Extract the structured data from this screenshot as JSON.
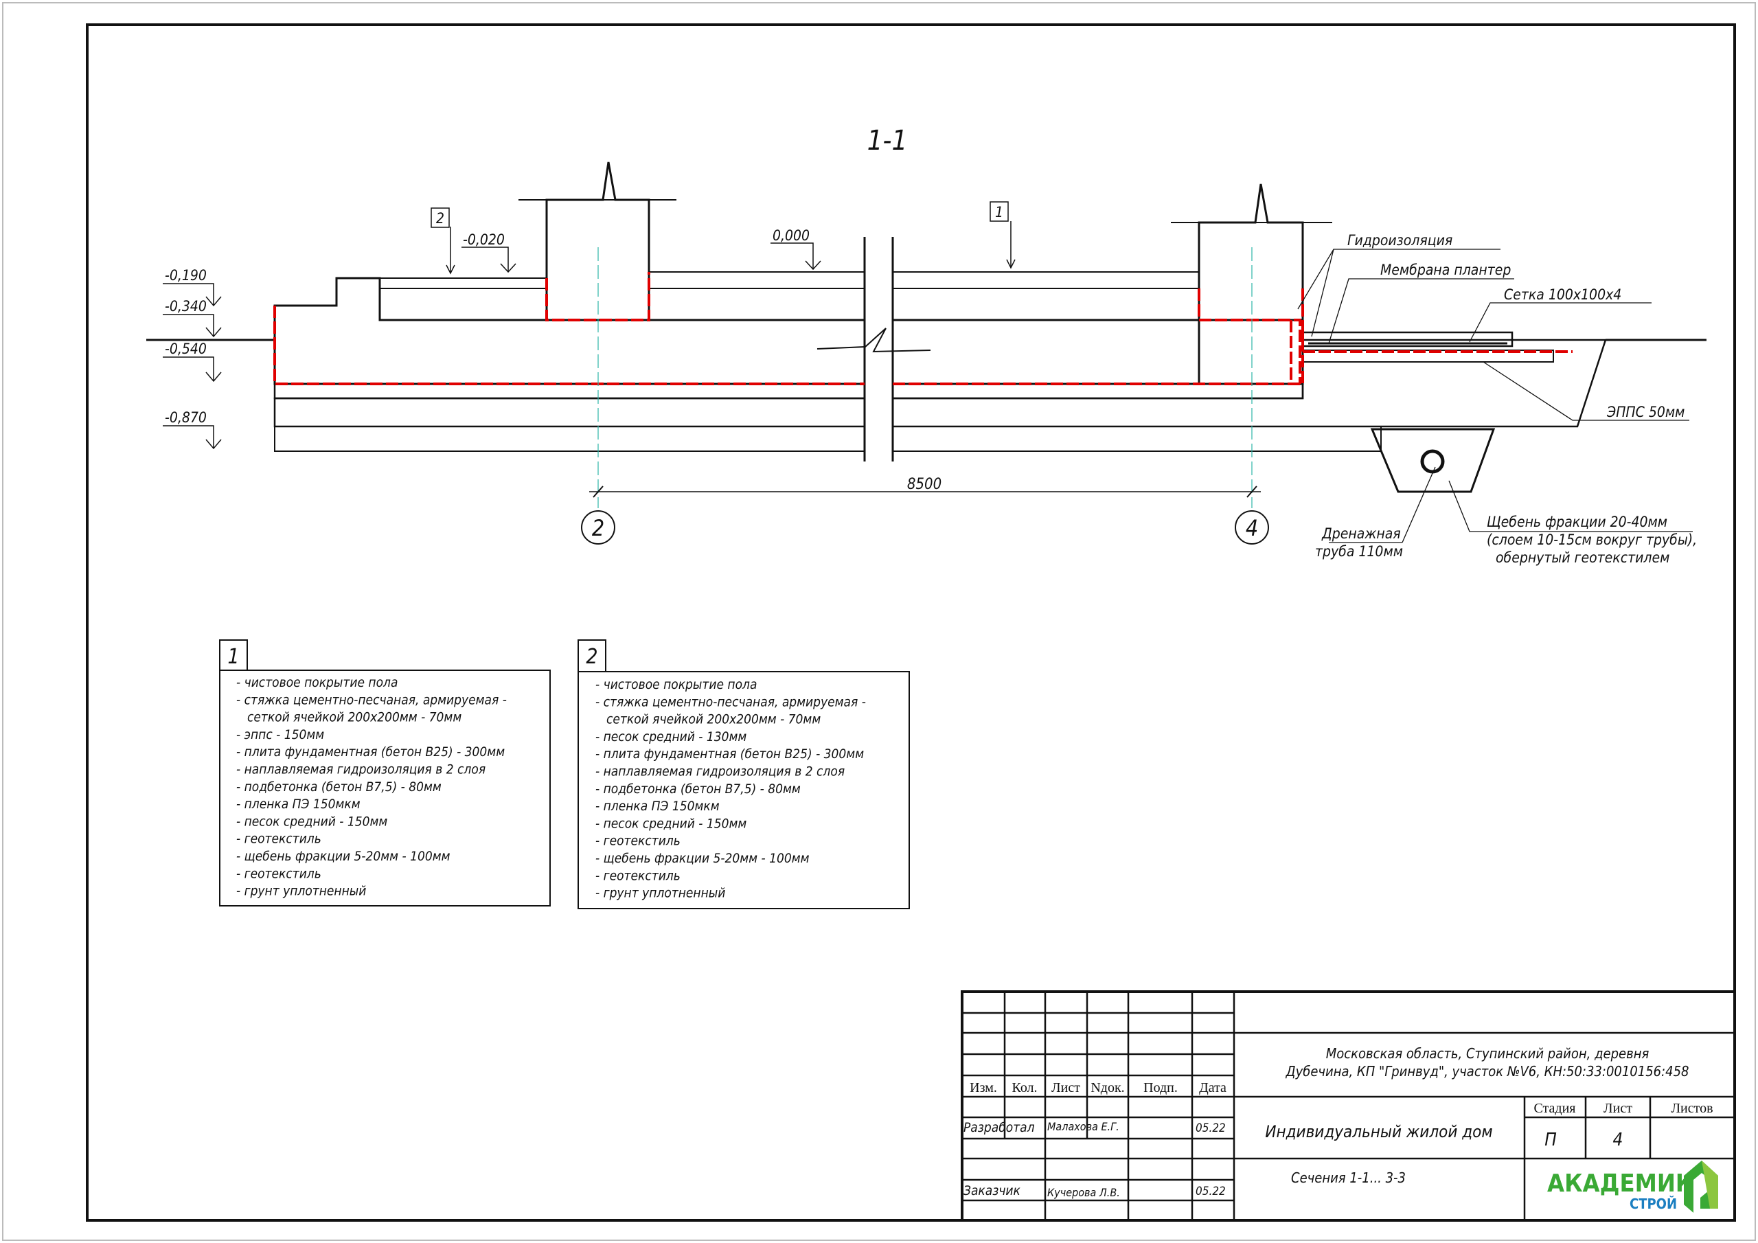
{
  "section_title": "1-1",
  "levels": [
    "-0,190",
    "-0,340",
    "-0,540",
    "-0,870",
    "-0,020",
    "0,000"
  ],
  "floor_tags": [
    "2",
    "1"
  ],
  "axes": [
    "2",
    "4"
  ],
  "dimension": "8500",
  "callouts": {
    "waterproofing": "Гидроизоляция",
    "membrane": "Мембрана плантер",
    "mesh": "Сетка 100х100х4",
    "epps": "ЭППС 50мм",
    "drain_1": "Дренажная",
    "drain_2": "труба 110мм",
    "gravel_1": "Щебень фракции 20-40мм",
    "gravel_2": "(слоем 10-15см вокруг трубы),",
    "gravel_3": "обернутый геотекстилем"
  },
  "legend1": {
    "tag": "1",
    "lines": [
      "- чистовое покрытие пола",
      "- стяжка цементно-песчаная, армируемая -",
      "  сеткой ячейкой 200х200мм - 70мм",
      "- эппс - 150мм",
      "- плита фундаментная (бетон В25) - 300мм",
      "- наплавляемая гидроизоляция в 2 слоя",
      "- подбетонка (бетон В7,5) - 80мм",
      "- пленка ПЭ 150мкм",
      "- песок средний - 150мм",
      "- геотекстиль",
      "- щебень фракции 5-20мм - 100мм",
      "- геотекстиль",
      "- грунт уплотненный"
    ]
  },
  "legend2": {
    "tag": "2",
    "lines": [
      "- чистовое покрытие пола",
      "- стяжка цементно-песчаная, армируемая -",
      "  сеткой ячейкой 200х200мм - 70мм",
      "- песок средний  - 130мм",
      "- плита фундаментная (бетон В25) - 300мм",
      "- наплавляемая гидроизоляция в 2 слоя",
      "- подбетонка (бетон В7,5) - 80мм",
      "- пленка ПЭ 150мкм",
      "- песок средний - 150мм",
      "- геотекстиль",
      "- щебень фракции 5-20мм - 100мм",
      "- геотекстиль",
      "- грунт уплотненный"
    ]
  },
  "title_block": {
    "headers": [
      "Изм.",
      "Кол.",
      "Лист",
      "Nдок.",
      "Подп.",
      "Дата"
    ],
    "developed_label": "Разработал",
    "developed_name": "Малахова Е.Г.",
    "developed_date": "05.22",
    "customer_label": "Заказчик",
    "customer_name": "Кучерова Л.В.",
    "customer_date": "05.22",
    "address_1": "Московская область, Ступинский район, деревня",
    "address_2": "Дубечина, КП \"Гринвуд\", участок №V6, КН:50:33:0010156:458",
    "object": "Индивидуальный жилой дом",
    "sheet_title": "Сечения 1-1... 3-3",
    "stage_label": "Стадия",
    "sheet_label": "Лист",
    "sheets_label": "Листов",
    "stage": "П",
    "sheet": "4",
    "logo_main": "АКАДЕМИК",
    "logo_sub": "СТРОЙ"
  },
  "colors": {
    "waterproofing": "#e00000",
    "logo_green": "#3aa935",
    "logo_blue": "#1b7fc1",
    "axis_line": "#2bb3a6"
  }
}
